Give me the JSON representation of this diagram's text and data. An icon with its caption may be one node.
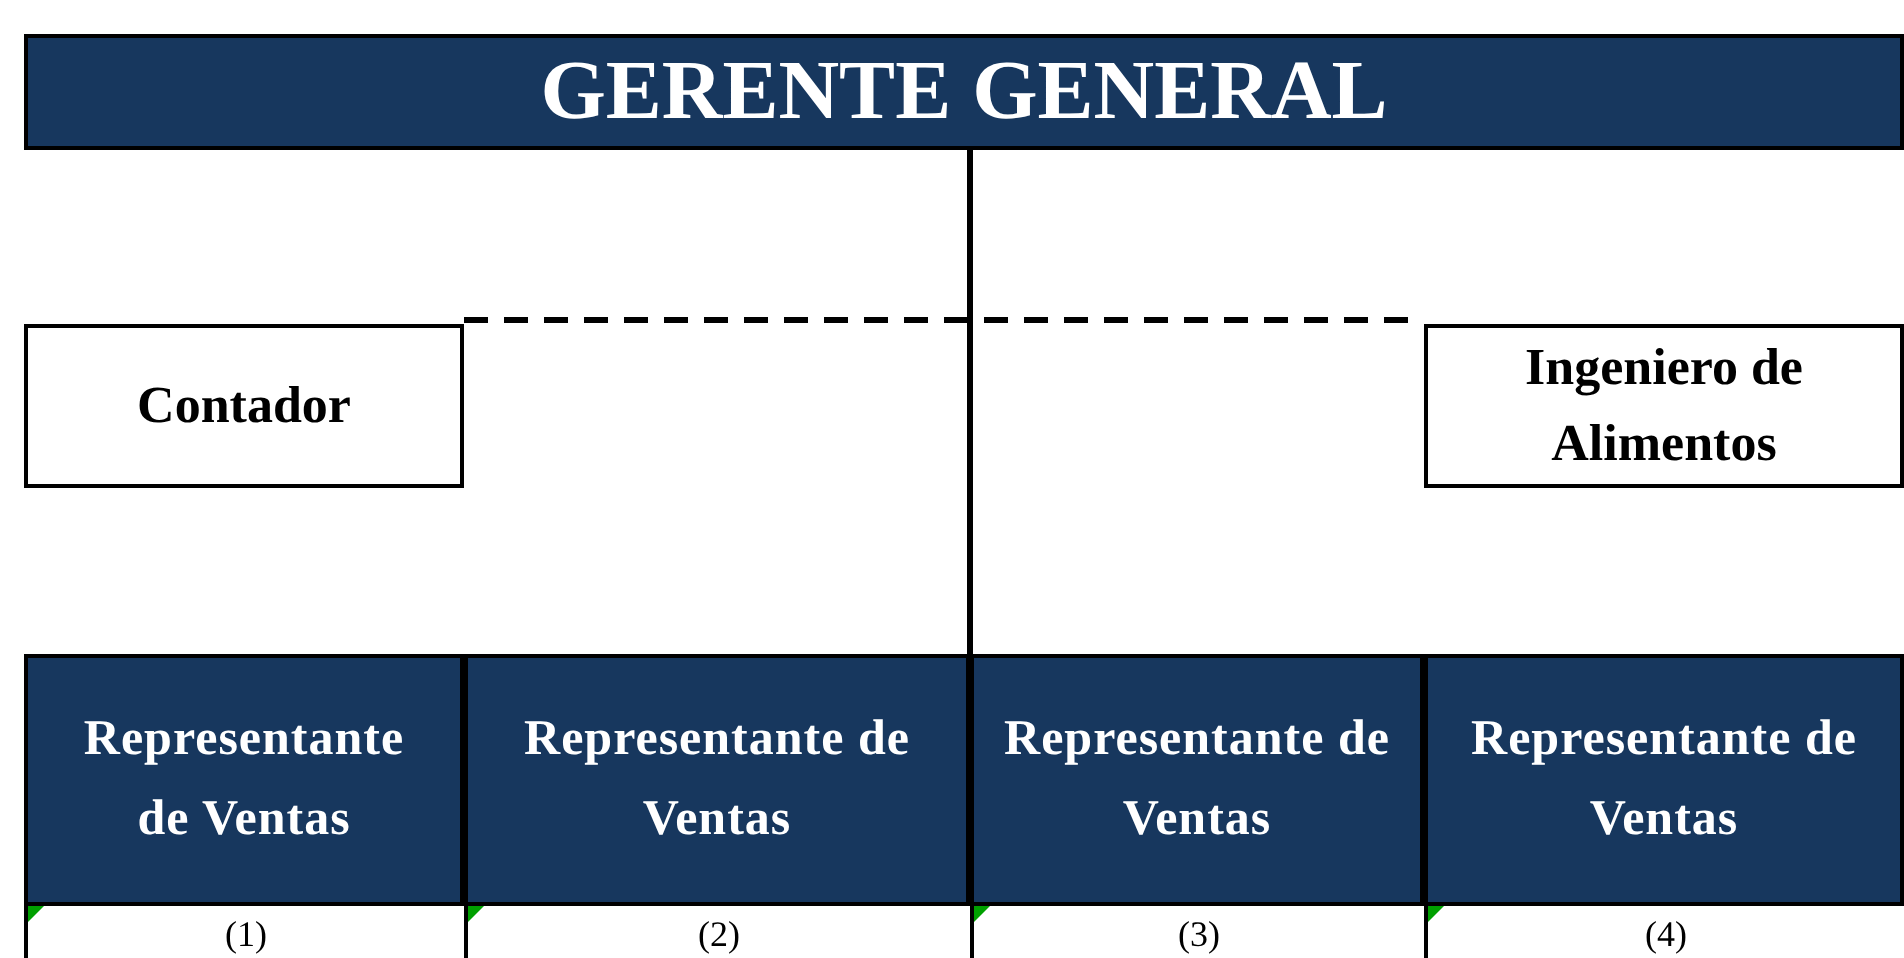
{
  "diagram": {
    "nodes": [
      {
        "text": [
          "GERENTE GENERAL"
        ]
      },
      {
        "text": [
          "Contador"
        ]
      },
      {
        "text": [
          "Ingeniero de Alimentos"
        ]
      },
      {
        "text": [
          "Representante de Ventas"
        ],
        "beside": [
          "(1)"
        ]
      },
      {
        "text": [
          "Representante de Ventas"
        ],
        "beside": [
          "(2)"
        ]
      },
      {
        "text": [
          "Representante de Ventas"
        ],
        "beside": [
          "(3)"
        ]
      },
      {
        "text": [
          "Representante de Ventas"
        ],
        "beside": [
          "(4)"
        ]
      }
    ],
    "edges": [
      {
        "from": 0,
        "to": 5,
        "arrow": "none"
      },
      {
        "from": 1,
        "to": 2,
        "arrow": "none",
        "style": "dashed"
      }
    ]
  }
}
